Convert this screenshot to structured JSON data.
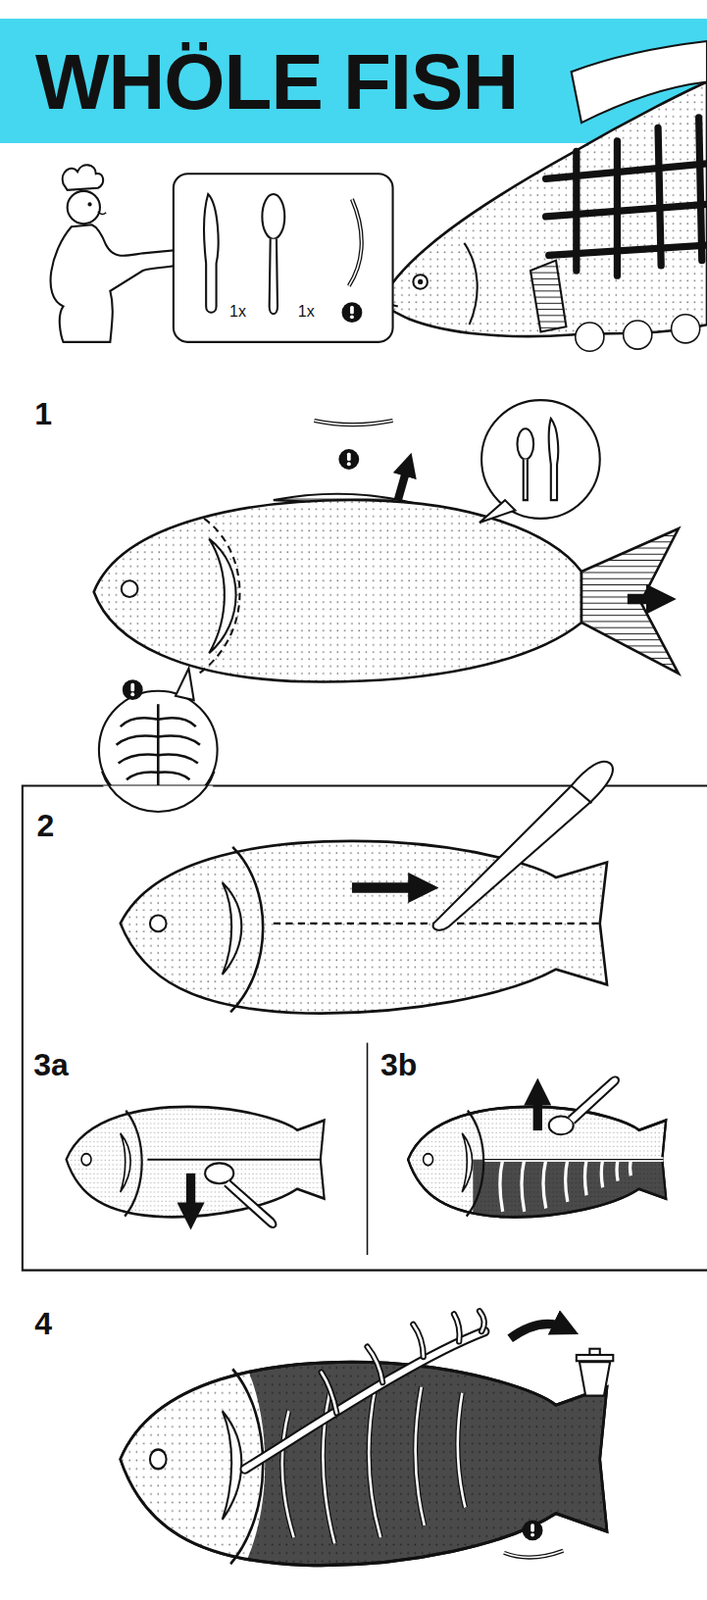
{
  "diagram": {
    "title": "WHÖLE FISH",
    "nodes": [
      {
        "text": [
          "1x",
          "1x"
        ]
      },
      {
        "text": [
          "2",
          "3a",
          "3b"
        ]
      }
    ],
    "labels": [
      "1",
      "4"
    ]
  }
}
